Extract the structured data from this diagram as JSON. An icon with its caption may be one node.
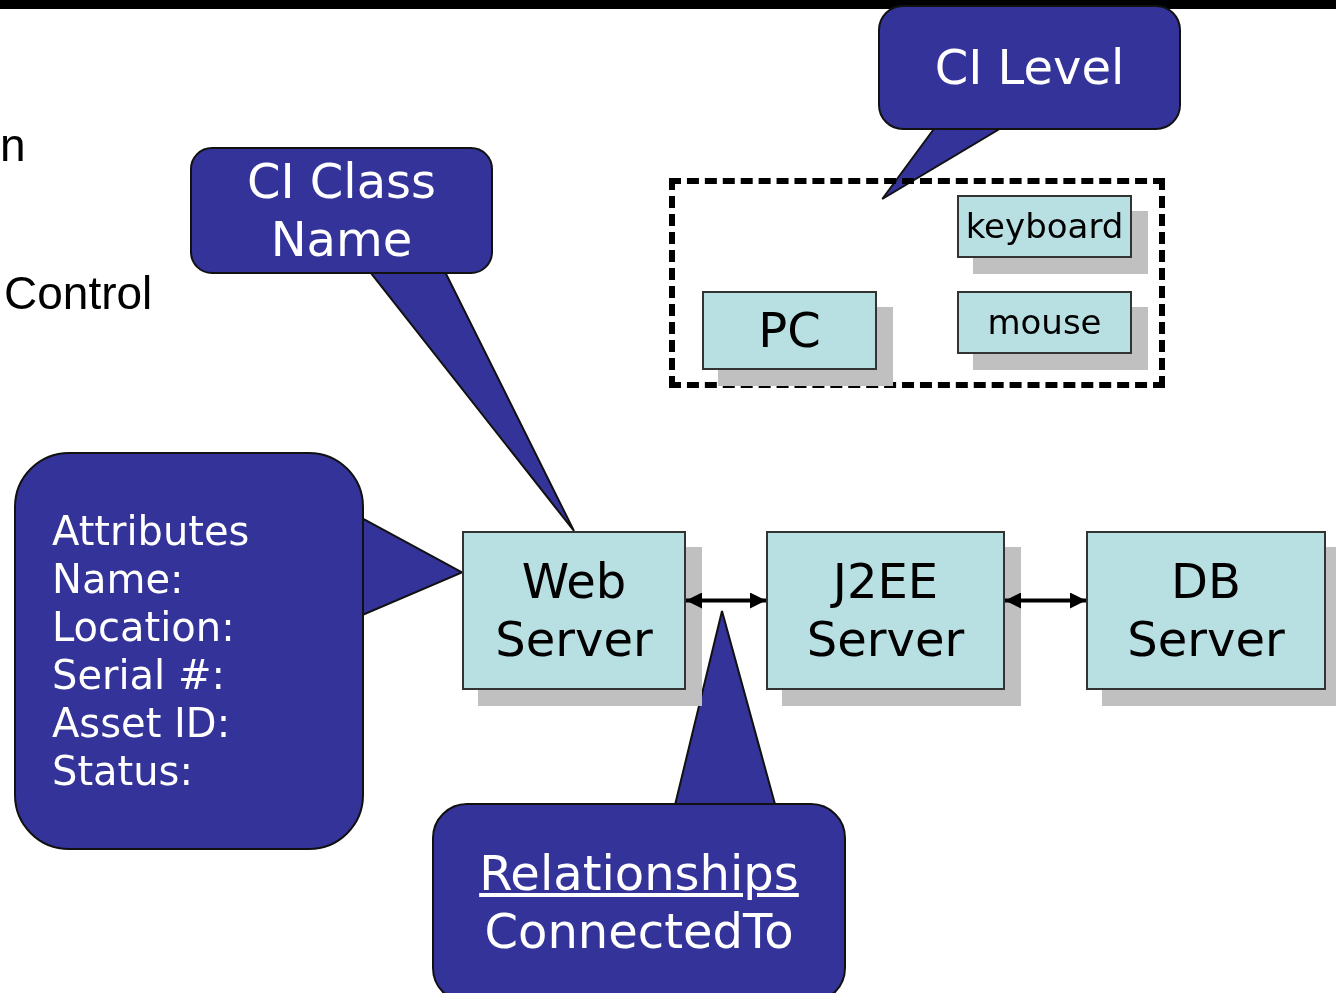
{
  "diagram": {
    "nodes": [
      {
        "text": [
          "CI Level"
        ]
      },
      {
        "text": [],
        "shape": "box"
      },
      {
        "text": [
          "keyboard"
        ],
        "in": 1
      },
      {
        "text": [
          "PC"
        ],
        "in": 1
      },
      {
        "text": [
          "mouse"
        ],
        "in": 1
      },
      {
        "text": [
          "CI Class Name"
        ]
      },
      {
        "text": [
          "Attributes",
          "Name:",
          "Location:",
          "Serial #:",
          "Asset ID:",
          "Status:"
        ]
      },
      {
        "text": [
          "Web Server"
        ]
      },
      {
        "text": [
          "J2EE Server"
        ]
      },
      {
        "text": [
          "DB Server"
        ]
      },
      {
        "text": [
          "Relationships",
          "ConnectedTo"
        ]
      }
    ],
    "edges": [
      {
        "from": 0,
        "to": 1,
        "arrow": "to"
      },
      {
        "from": 5,
        "to": 7,
        "arrow": "to"
      },
      {
        "from": 6,
        "to": 7,
        "arrow": "to"
      },
      {
        "from": 7,
        "to": 8,
        "arrow": "both"
      },
      {
        "from": 8,
        "to": 9,
        "arrow": "both"
      },
      {
        "from": 10,
        "to": null,
        "arrow": "to"
      }
    ],
    "labels": [
      "n",
      "Control"
    ]
  }
}
